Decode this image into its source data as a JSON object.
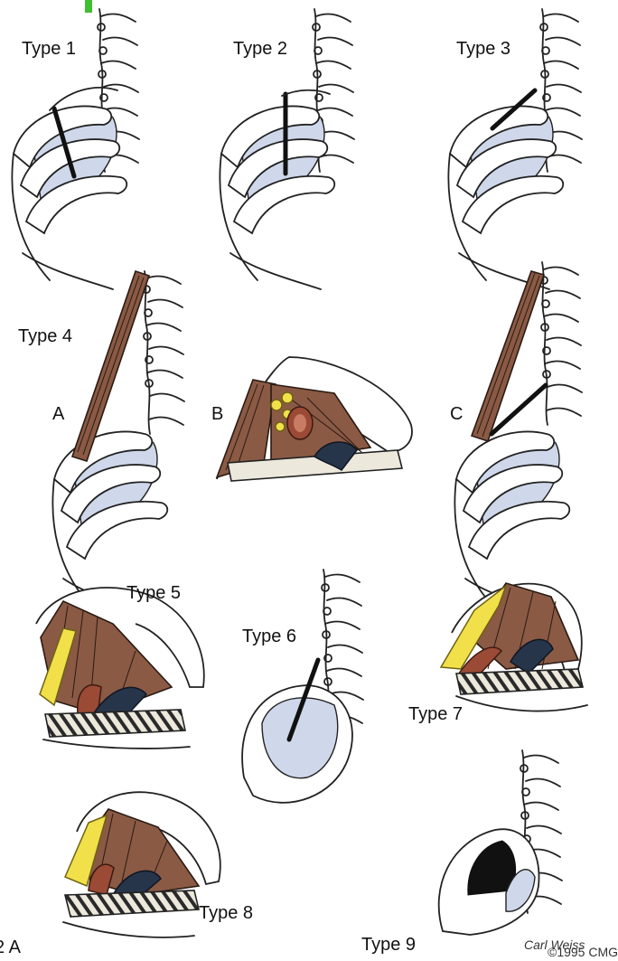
{
  "labels": {
    "type1": "Type 1",
    "type2": "Type 2",
    "type3": "Type 3",
    "type4": "Type 4",
    "sub_a": "A",
    "sub_b": "B",
    "sub_c": "C",
    "type5": "Type 5",
    "type6": "Type 6",
    "type7": "Type 7",
    "type8": "Type 8",
    "type9": "Type 9",
    "figure_fragment": "2 A",
    "signature": "Carl Weiss",
    "copyright": "©1995 CMG"
  },
  "colors": {
    "muscle": "#8a5a45",
    "artery": "#9a4a35",
    "vein": "#27354a",
    "nerve": "#f2e04a",
    "pleura": "#cfd8ea",
    "corner_mark": "#3fbf2f"
  }
}
